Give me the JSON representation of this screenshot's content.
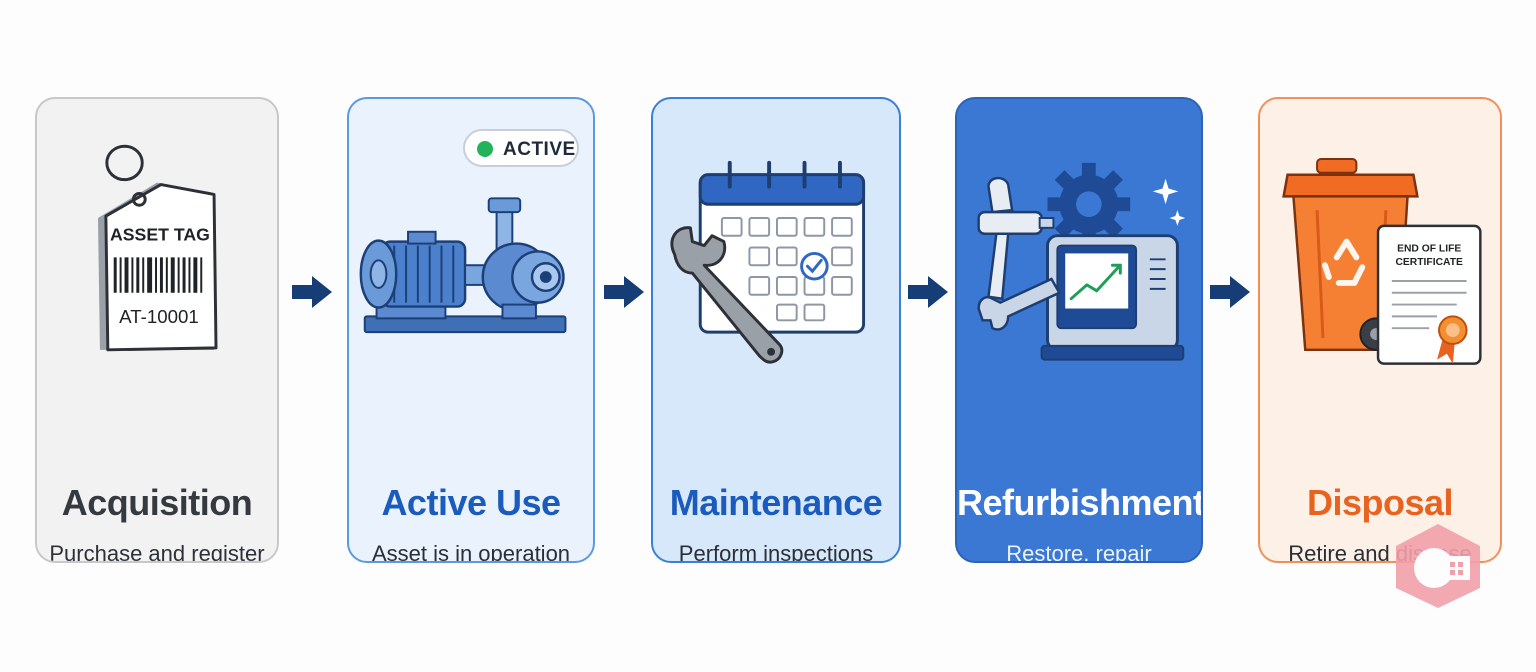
{
  "stages": [
    {
      "title": "Acquisition",
      "description": "Purchase and register",
      "tag_label": "ASSET TAG",
      "tag_id": "AT-10001"
    },
    {
      "title": "Active Use",
      "description": "Asset is in operation\nand delivering value",
      "badge": "ACTIVE"
    },
    {
      "title": "Maintenance",
      "description": "Perform inspections\nand preventive\nmaintenance"
    },
    {
      "title": "Refurbishment",
      "description": "Restore, repair\nand upgrade asset\nto extend life"
    },
    {
      "title": "Disposal",
      "description": "Retire and dispose\nin compliance\nwith regulations",
      "certificate_line1": "END OF LIFE",
      "certificate_line2": "CERTIFICATE"
    }
  ],
  "colors": {
    "navy": "#163d75",
    "blue_accent": "#1a5bbd",
    "orange_accent": "#e8631f",
    "active_green": "#21b25a"
  },
  "icons": [
    "asset-tag-icon",
    "pump-motor-icon",
    "calendar-check-icon",
    "wrench-icon",
    "spray-gun-icon",
    "gear-icon",
    "monitor-chart-icon",
    "recycle-bin-icon",
    "certificate-icon",
    "arrow-right-icon"
  ]
}
